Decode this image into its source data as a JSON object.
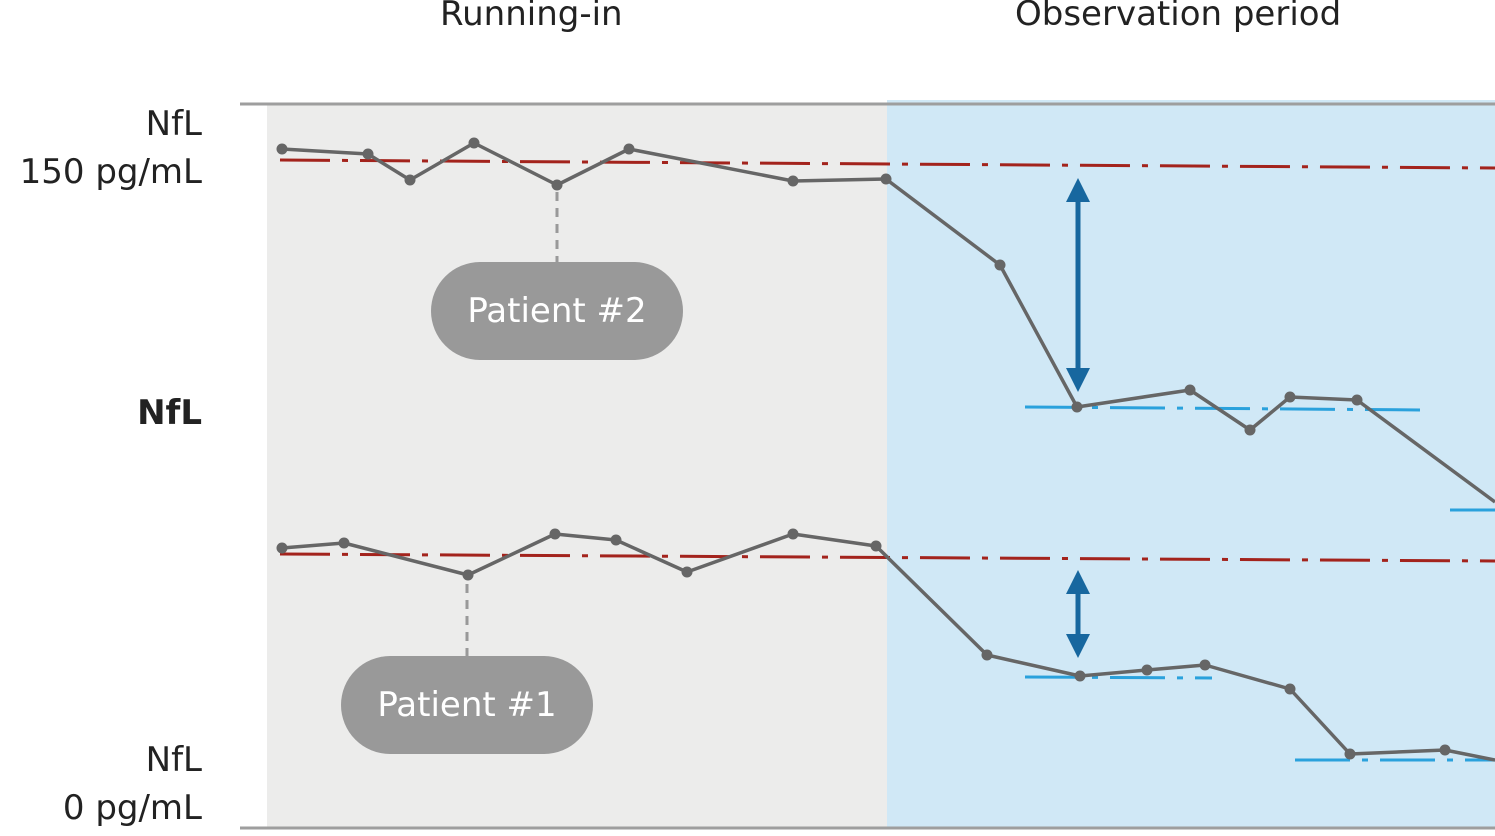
{
  "phases": {
    "running_in": "Running-in",
    "observation": "Observation period"
  },
  "y_axis": {
    "top_line1": "NfL",
    "top_line2": "150 pg/mL",
    "middle": "NfL",
    "bottom_line1": "NfL",
    "bottom_line2": "0 pg/mL"
  },
  "patients": [
    {
      "label": "Patient #2"
    },
    {
      "label": "Patient #1"
    }
  ],
  "colors": {
    "running_in_bg": "#ececeb",
    "observation_bg": "#d0e8f6",
    "series_line": "#666666",
    "baseline": "#a3231c",
    "observation_level": "#2aa1dc",
    "arrow": "#17679f",
    "pill": "#999999"
  }
}
